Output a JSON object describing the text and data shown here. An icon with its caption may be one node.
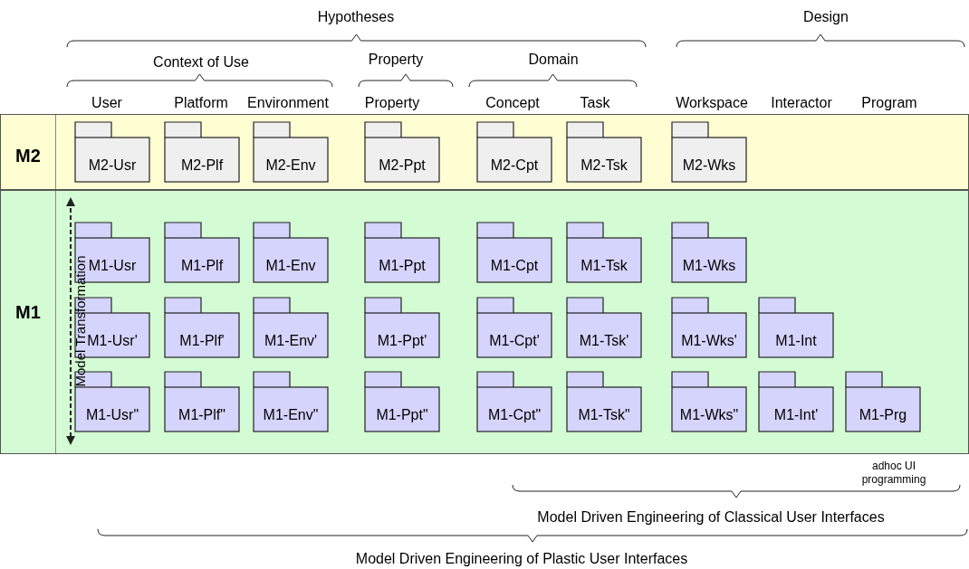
{
  "diagram": {
    "nodes": [
      {
        "text": [
          "M2"
        ]
      },
      {
        "text": [
          "M1"
        ]
      },
      {
        "text": [
          "M2-Usr"
        ],
        "in": 0
      },
      {
        "text": [
          "M2-Plf"
        ],
        "in": 0
      },
      {
        "text": [
          "M2-Env"
        ],
        "in": 0
      },
      {
        "text": [
          "M2-Ppt"
        ],
        "in": 0
      },
      {
        "text": [
          "M2-Cpt"
        ],
        "in": 0
      },
      {
        "text": [
          "M2-Tsk"
        ],
        "in": 0
      },
      {
        "text": [
          "M2-Wks"
        ],
        "in": 0
      },
      {
        "text": [
          "M1-Usr"
        ],
        "in": 1
      },
      {
        "text": [
          "M1-Plf"
        ],
        "in": 1
      },
      {
        "text": [
          "M1-Env"
        ],
        "in": 1
      },
      {
        "text": [
          "M1-Ppt"
        ],
        "in": 1
      },
      {
        "text": [
          "M1-Cpt"
        ],
        "in": 1
      },
      {
        "text": [
          "M1-Tsk"
        ],
        "in": 1
      },
      {
        "text": [
          "M1-Wks"
        ],
        "in": 1
      },
      {
        "text": [
          "M1-Usr'"
        ],
        "in": 1
      },
      {
        "text": [
          "M1-Plf'"
        ],
        "in": 1
      },
      {
        "text": [
          "M1-Env'"
        ],
        "in": 1
      },
      {
        "text": [
          "M1-Ppt'"
        ],
        "in": 1
      },
      {
        "text": [
          "M1-Cpt'"
        ],
        "in": 1
      },
      {
        "text": [
          "M1-Tsk'"
        ],
        "in": 1
      },
      {
        "text": [
          "M1-Wks'"
        ],
        "in": 1
      },
      {
        "text": [
          "M1-Int"
        ],
        "in": 1
      },
      {
        "text": [
          "M1-Usr\""
        ],
        "in": 1
      },
      {
        "text": [
          "M1-Plf\""
        ],
        "in": 1
      },
      {
        "text": [
          "M1-Env\""
        ],
        "in": 1
      },
      {
        "text": [
          "M1-Ppt\""
        ],
        "in": 1
      },
      {
        "text": [
          "M1-Cpt\""
        ],
        "in": 1
      },
      {
        "text": [
          "M1-Tsk\""
        ],
        "in": 1
      },
      {
        "text": [
          "M1-Wks\""
        ],
        "in": 1
      },
      {
        "text": [
          "M1-Int'"
        ],
        "in": 1
      },
      {
        "text": [
          "M1-Prg"
        ],
        "in": 1
      }
    ],
    "edges": [],
    "labels": [
      "Hypotheses",
      "Design",
      "Context of Use",
      "Property",
      "Domain",
      "User",
      "Platform",
      "Environment",
      "Property",
      "Concept",
      "Task",
      "Workspace",
      "Interactor",
      "Program",
      "Model Transformation",
      "adhoc UI programming",
      "Model Driven Engineering of Classical User Interfaces",
      "Model Driven Engineering of Plastic User Interfaces"
    ]
  }
}
